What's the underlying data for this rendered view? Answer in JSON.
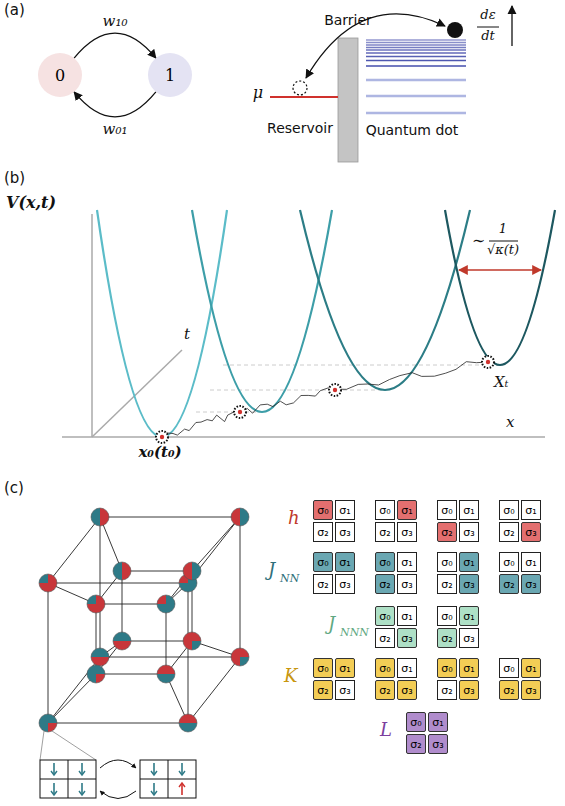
{
  "diagram": {
    "nodes": [
      {
        "text": [
          "0"
        ]
      },
      {
        "text": [
          "1"
        ]
      },
      {
        "text": [
          "σ₀"
        ]
      },
      {
        "text": [
          "σ₁"
        ]
      },
      {
        "text": [
          "σ₂"
        ]
      },
      {
        "text": [
          "σ₃"
        ]
      },
      {
        "text": [
          "σ₀"
        ]
      },
      {
        "text": [
          "σ₁"
        ]
      },
      {
        "text": [
          "σ₂"
        ]
      },
      {
        "text": [
          "σ₃"
        ]
      },
      {
        "text": [
          "σ₀"
        ]
      },
      {
        "text": [
          "σ₁"
        ]
      },
      {
        "text": [
          "σ₂"
        ]
      },
      {
        "text": [
          "σ₃"
        ]
      },
      {
        "text": [
          "σ₀"
        ]
      },
      {
        "text": [
          "σ₁"
        ]
      },
      {
        "text": [
          "σ₂"
        ]
      },
      {
        "text": [
          "σ₃"
        ]
      },
      {
        "text": [
          "σ₀"
        ]
      },
      {
        "text": [
          "σ₁"
        ]
      },
      {
        "text": [
          "σ₂"
        ]
      },
      {
        "text": [
          "σ₃"
        ]
      },
      {
        "text": [
          "σ₀"
        ]
      },
      {
        "text": [
          "σ₁"
        ]
      },
      {
        "text": [
          "σ₂"
        ]
      },
      {
        "text": [
          "σ₃"
        ]
      },
      {
        "text": [
          "σ₀"
        ]
      },
      {
        "text": [
          "σ₁"
        ]
      },
      {
        "text": [
          "σ₂"
        ]
      },
      {
        "text": [
          "σ₃"
        ]
      },
      {
        "text": [
          "σ₀"
        ]
      },
      {
        "text": [
          "σ₁"
        ]
      },
      {
        "text": [
          "σ₂"
        ]
      },
      {
        "text": [
          "σ₃"
        ]
      },
      {
        "text": [
          "σ₀"
        ]
      },
      {
        "text": [
          "σ₁"
        ]
      },
      {
        "text": [
          "σ₂"
        ]
      },
      {
        "text": [
          "σ₃"
        ]
      },
      {
        "text": [
          "σ₀"
        ]
      },
      {
        "text": [
          "σ₁"
        ]
      },
      {
        "text": [
          "σ₂"
        ]
      },
      {
        "text": [
          "σ₃"
        ]
      },
      {
        "text": [
          "σ₀"
        ]
      },
      {
        "text": [
          "σ₁"
        ]
      },
      {
        "text": [
          "σ₂"
        ]
      },
      {
        "text": [
          "σ₃"
        ]
      },
      {
        "text": [
          "σ₀"
        ]
      },
      {
        "text": [
          "σ₁"
        ]
      },
      {
        "text": [
          "σ₂"
        ]
      },
      {
        "text": [
          "σ₃"
        ]
      },
      {
        "text": [
          "σ₀"
        ]
      },
      {
        "text": [
          "σ₁"
        ]
      },
      {
        "text": [
          "σ₂"
        ]
      },
      {
        "text": [
          "σ₃"
        ]
      },
      {
        "text": [
          "σ₀"
        ]
      },
      {
        "text": [
          "σ₁"
        ]
      },
      {
        "text": [
          "σ₂"
        ]
      },
      {
        "text": [
          "σ₃"
        ]
      },
      {
        "text": [
          "σ₀"
        ]
      },
      {
        "text": [
          "σ₁"
        ]
      },
      {
        "text": [
          "σ₂"
        ]
      },
      {
        "text": [
          "σ₃"
        ]
      }
    ],
    "edges": [
      {
        "from": 0,
        "to": 1,
        "label": "w₁₀",
        "arrow": "to"
      },
      {
        "from": 1,
        "to": 0,
        "label": "w₀₁",
        "arrow": "to"
      }
    ],
    "labels": [
      "(a)",
      "Barrier",
      "dε",
      "dt",
      "μ",
      "Reservoir",
      "Quantum dot",
      "(b)",
      "V(x,t)",
      "t",
      "x",
      "∼",
      "1",
      "√κ(t)",
      "Xₜ",
      "x₀(t₀)",
      "(c)",
      "h",
      "J",
      "NN",
      "J",
      "NNN",
      "K",
      "L"
    ]
  }
}
